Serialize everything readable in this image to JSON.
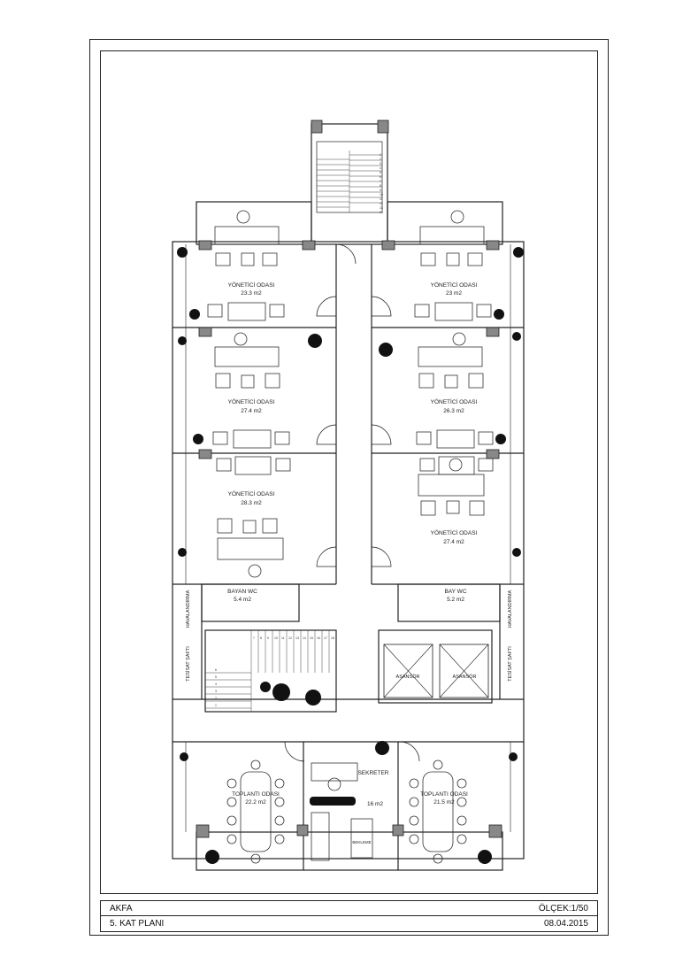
{
  "titleblock": {
    "project": "AKFA",
    "scale": "ÖLÇEK:1/50",
    "sheet": "5. KAT PLANI",
    "date": "08.04.2015"
  },
  "rooms": {
    "r1": {
      "name": "YÖNETİCİ ODASI",
      "area": "23.3 m2"
    },
    "r2": {
      "name": "YÖNETİCİ ODASI",
      "area": "23 m2"
    },
    "r3": {
      "name": "YÖNETİCİ ODASI",
      "area": "27.4 m2"
    },
    "r4": {
      "name": "YÖNETİCİ ODASI",
      "area": "26.3 m2"
    },
    "r5": {
      "name": "YÖNETİCİ ODASI",
      "area": "28.3 m2"
    },
    "r6": {
      "name": "YÖNETİCİ ODASI",
      "area": "27.4 m2"
    },
    "wc_bayan": {
      "name": "BAYAN WC",
      "area": "5.4 m2"
    },
    "wc_bay": {
      "name": "BAY WC",
      "area": "5.2 m2"
    },
    "meet_left": {
      "name": "TOPLANTI ODASI",
      "area": "22.2 m2"
    },
    "meet_right": {
      "name": "TOPLANTI ODASI",
      "area": "21.5 m2"
    },
    "secretary": {
      "name": "SEKRETER",
      "area": "16 m2"
    }
  },
  "labels": {
    "havalandirma": "HAVALANDIRMA",
    "tesisat": "TESİSAT ŞAFTI",
    "asansor": "ASANSÖR",
    "bekleme": "BEKLEME"
  },
  "stair_top_numbers": [
    "1",
    "2",
    "3",
    "4",
    "5",
    "6",
    "7",
    "8",
    "9",
    "10",
    "11",
    "12",
    "13",
    "14"
  ],
  "stair_mid_numbers": [
    "7",
    "8",
    "9",
    "10",
    "11",
    "12",
    "13",
    "14",
    "15",
    "16",
    "17",
    "18"
  ],
  "stair_mid_side": [
    "6",
    "5",
    "4",
    "3",
    "2",
    "1"
  ]
}
